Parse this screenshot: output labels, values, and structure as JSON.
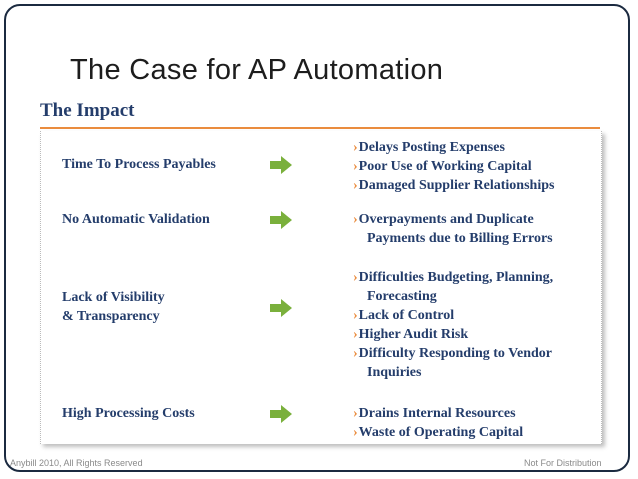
{
  "slide": {
    "title": "The Case for AP Automation",
    "subtitle": "The Impact"
  },
  "colors": {
    "frame": "#1b2a40",
    "text": "#243d6b",
    "accent": "#ea8c3e",
    "arrow": "#7ab03c"
  },
  "rows": [
    {
      "cause": "Time To Process Payables",
      "effects": [
        "Delays Posting Expenses",
        "Poor Use of Working Capital",
        "Damaged Supplier Relationships"
      ]
    },
    {
      "cause": "No Automatic Validation",
      "effects": [
        "Overpayments and Duplicate",
        "Payments due to Billing Errors"
      ]
    },
    {
      "cause_lines": [
        "Lack of Visibility",
        "& Transparency"
      ],
      "effects": [
        "Difficulties Budgeting, Planning,",
        "Forecasting",
        "Lack of Control",
        "Higher Audit Risk",
        "Difficulty Responding to Vendor",
        "Inquiries"
      ]
    },
    {
      "cause": "High Processing Costs",
      "effects": [
        "Drains Internal Resources",
        "Waste of Operating Capital"
      ]
    }
  ],
  "bullet_glyph": "›",
  "footer": {
    "left": "Anybill 2010, All Rights Reserved",
    "right": "Not For Distribution"
  },
  "icons": {
    "arrow": "green-right-arrow-icon"
  }
}
